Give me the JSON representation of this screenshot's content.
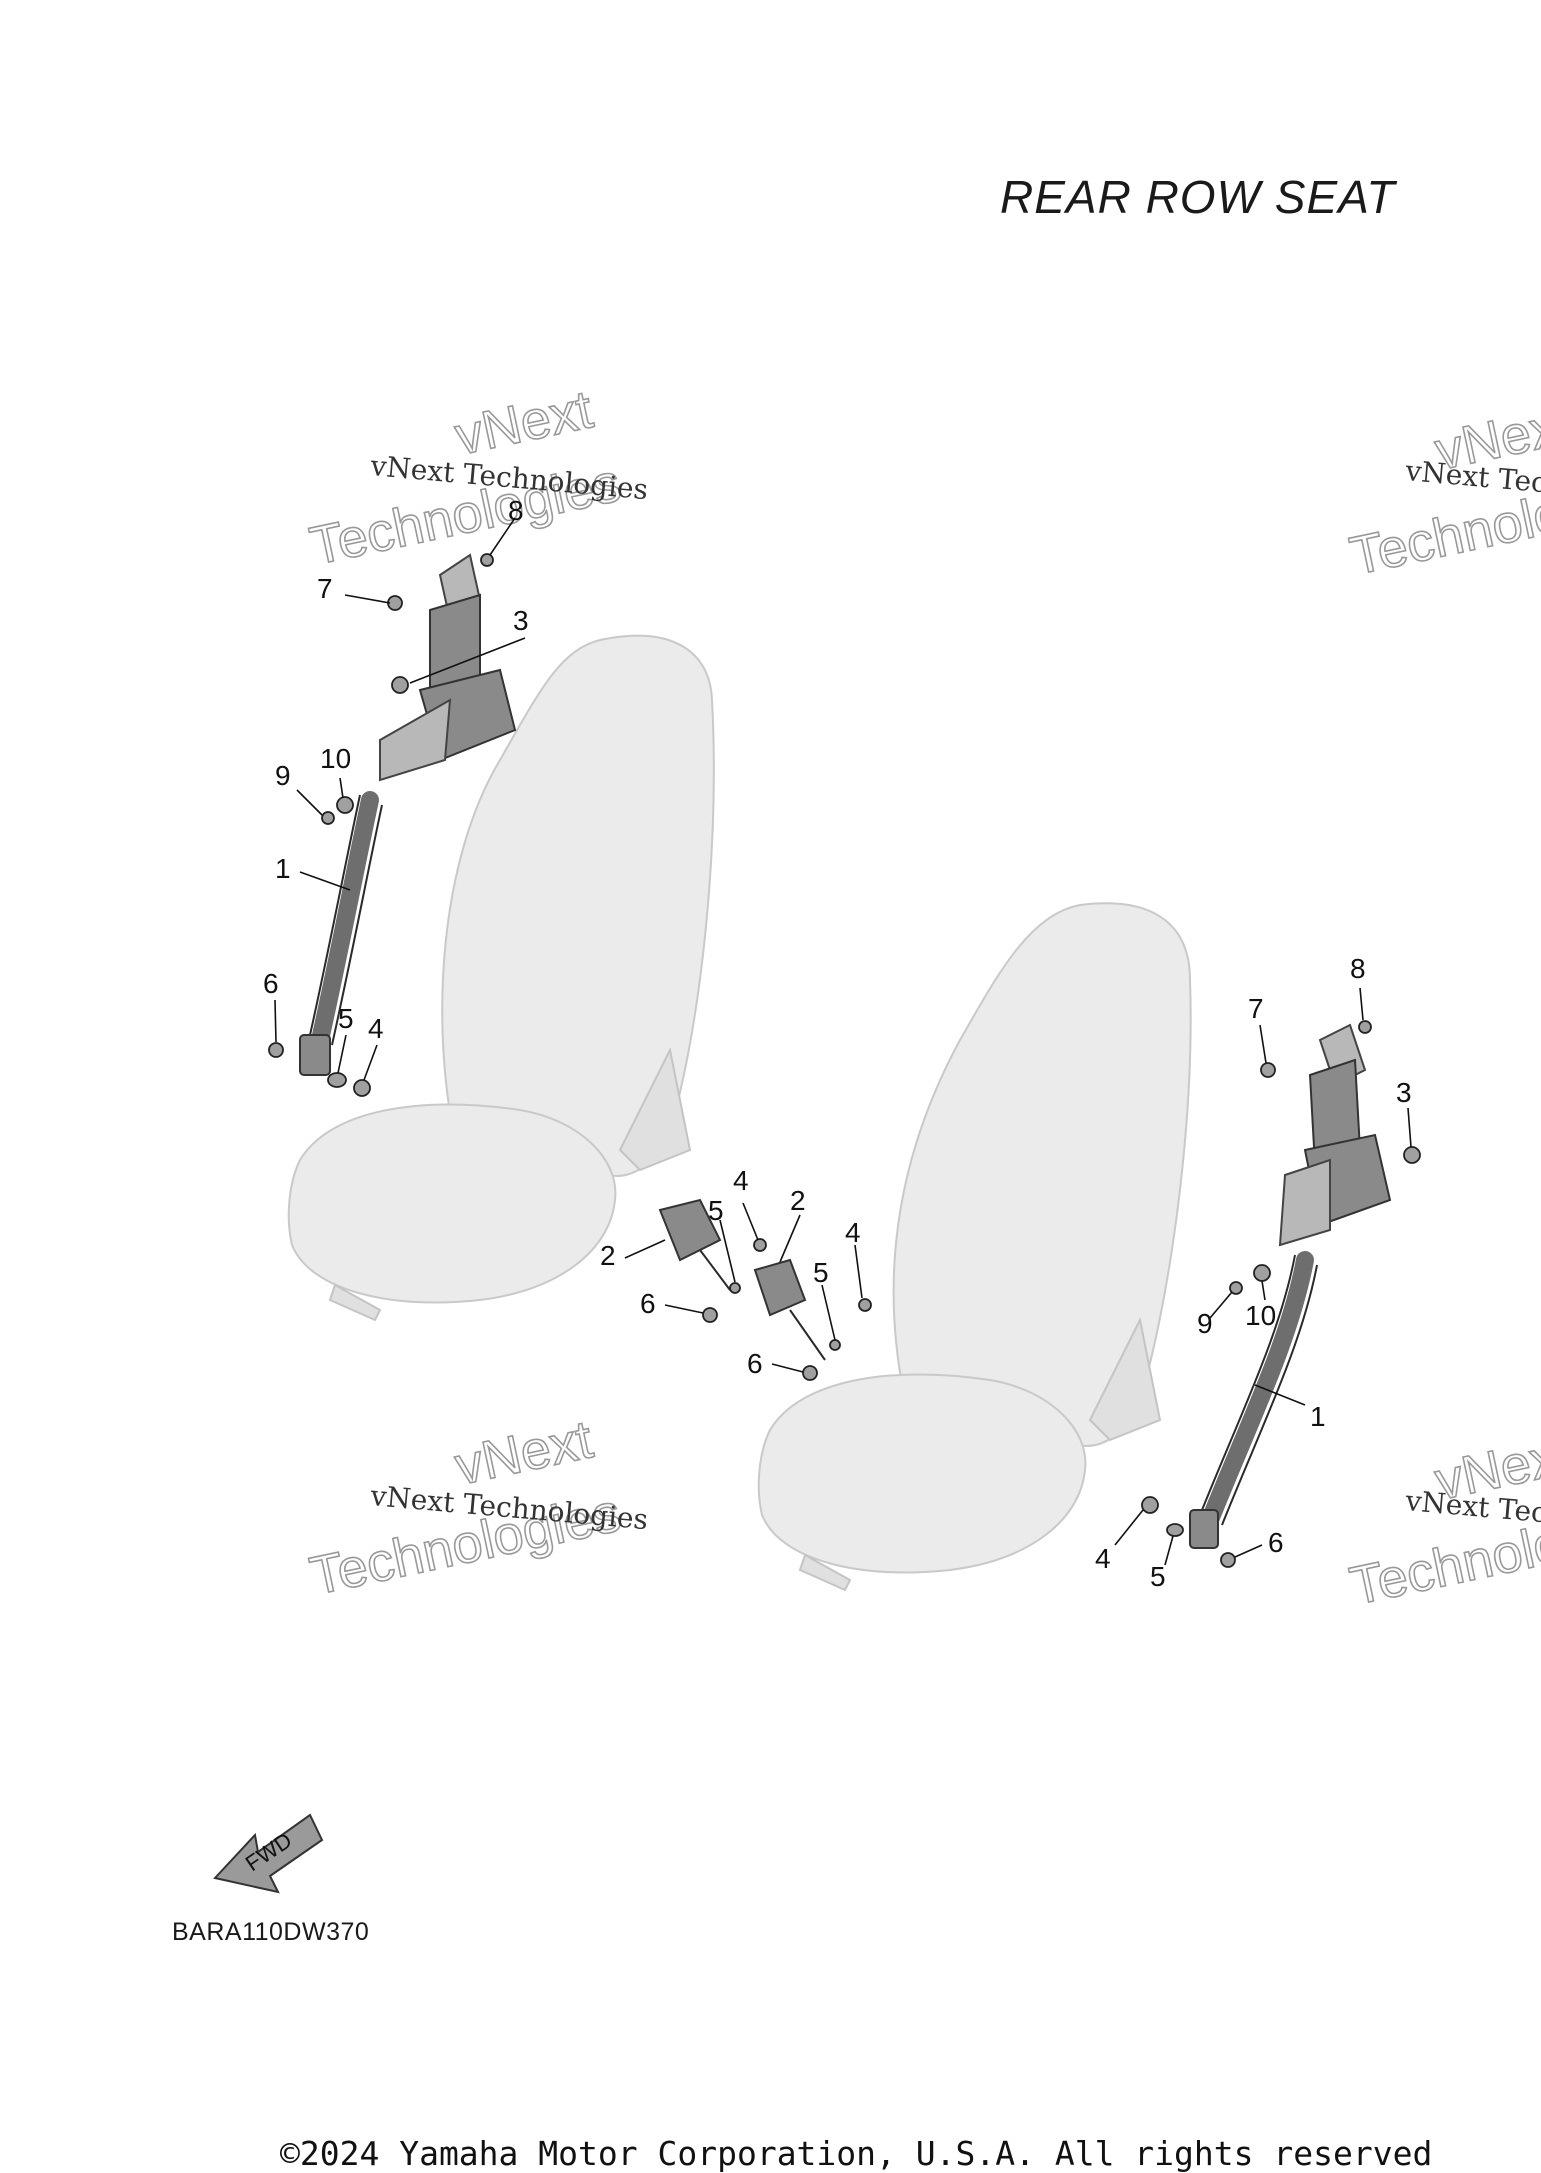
{
  "title": "REAR ROW SEAT",
  "diagram_code": "BARA110DW370",
  "copyright": "©2024 Yamaha Motor Corporation, U.S.A. All rights reserved",
  "fwd_label": "FWD",
  "watermark": {
    "line1": "vNext Technologies",
    "word1": "vNext",
    "word2": "Technologies"
  },
  "callouts": {
    "left": [
      "8",
      "7",
      "3",
      "10",
      "9",
      "1",
      "6",
      "5",
      "4"
    ],
    "center": [
      "2",
      "4",
      "5",
      "2",
      "4",
      "6",
      "5",
      "6"
    ],
    "right": [
      "8",
      "7",
      "3",
      "9",
      "10",
      "1",
      "4",
      "5",
      "6"
    ]
  },
  "colors": {
    "seat_fill": "#ebebeb",
    "part_fill": "#8a8a8a",
    "line": "#111111"
  }
}
